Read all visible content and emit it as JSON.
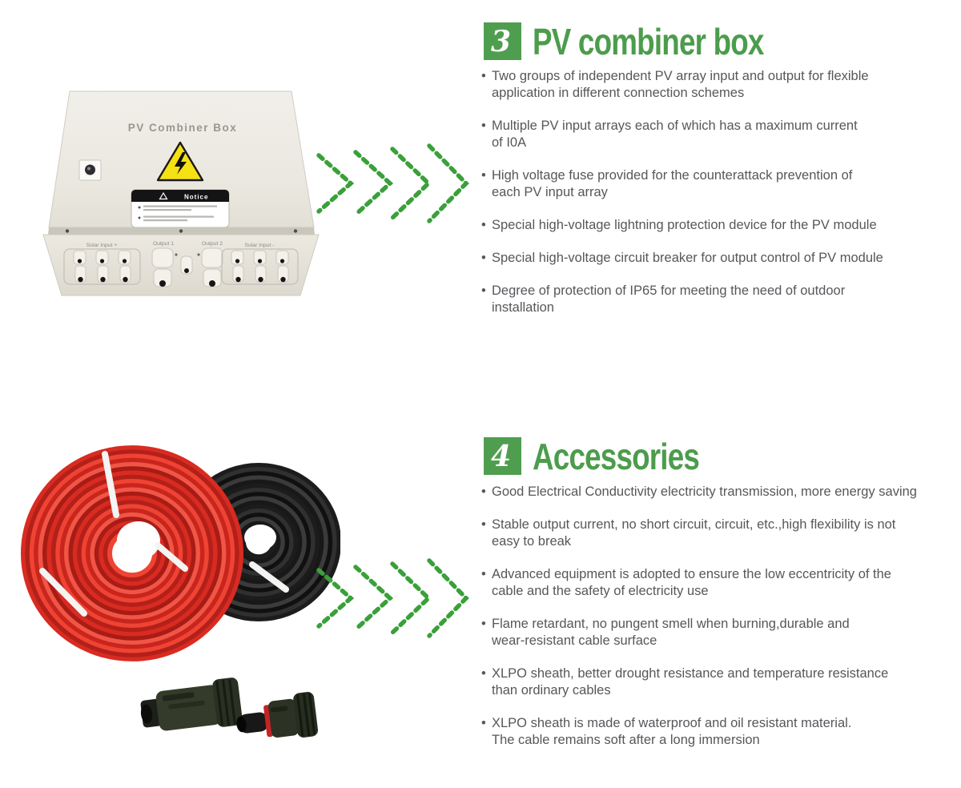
{
  "page": {
    "background": "#ffffff"
  },
  "colors": {
    "heading_green": "#4c9c4c",
    "badge_green": "#4f9e4f",
    "arrow_green": "#3aa03a",
    "body_text": "#56575b",
    "warning_yellow": "#f5e114",
    "cable_red": "#e0352b",
    "cable_black": "#1f1f1f"
  },
  "arrows": {
    "style": "dashed-chevrons",
    "count": 4,
    "color": "#3aa03a"
  },
  "sections": [
    {
      "number": "3",
      "title": "PV combiner box",
      "bullets": [
        "Two groups of independent PV array input and output for flexible\napplication in different connection schemes",
        "Multiple PV input arrays each of which has a maximum current\nof I0A",
        "High voltage fuse provided for the counterattack prevention of\neach PV input array",
        "Special high-voltage lightning protection device for the PV module",
        "Special high-voltage circuit breaker for output control of PV module",
        "Degree of protection of IP65 for meeting the need of outdoor\ninstallation"
      ]
    },
    {
      "number": "4",
      "title": "Accessories",
      "bullets": [
        "Good Electrical Conductivity electricity transmission, more energy saving",
        "Stable output current, no short circuit, circuit, etc.,high flexibility is not\neasy to break",
        "Advanced equipment is adopted to ensure the low eccentricity of the\ncable and the safety of electricity use",
        "Flame retardant, no pungent smell when burning,durable and\nwear-resistant cable surface",
        "XLPO sheath, better drought resistance and temperature resistance\nthan ordinary cables",
        "XLPO sheath is made of waterproof and oil resistant material.\nThe cable remains soft after a long immersion"
      ]
    }
  ],
  "combiner_box": {
    "top_label": "PV Combiner Box",
    "warning_icon": "high-voltage-triangle-icon",
    "notice": {
      "title": "Notice"
    },
    "port_labels": [
      "Solar Input +",
      "Output 1",
      "Output 2",
      "Solar Input -"
    ]
  },
  "accessories_image": {
    "items": [
      "red-cable-coil",
      "black-cable-coil",
      "mc4-connector-female",
      "mc4-connector-male"
    ]
  }
}
